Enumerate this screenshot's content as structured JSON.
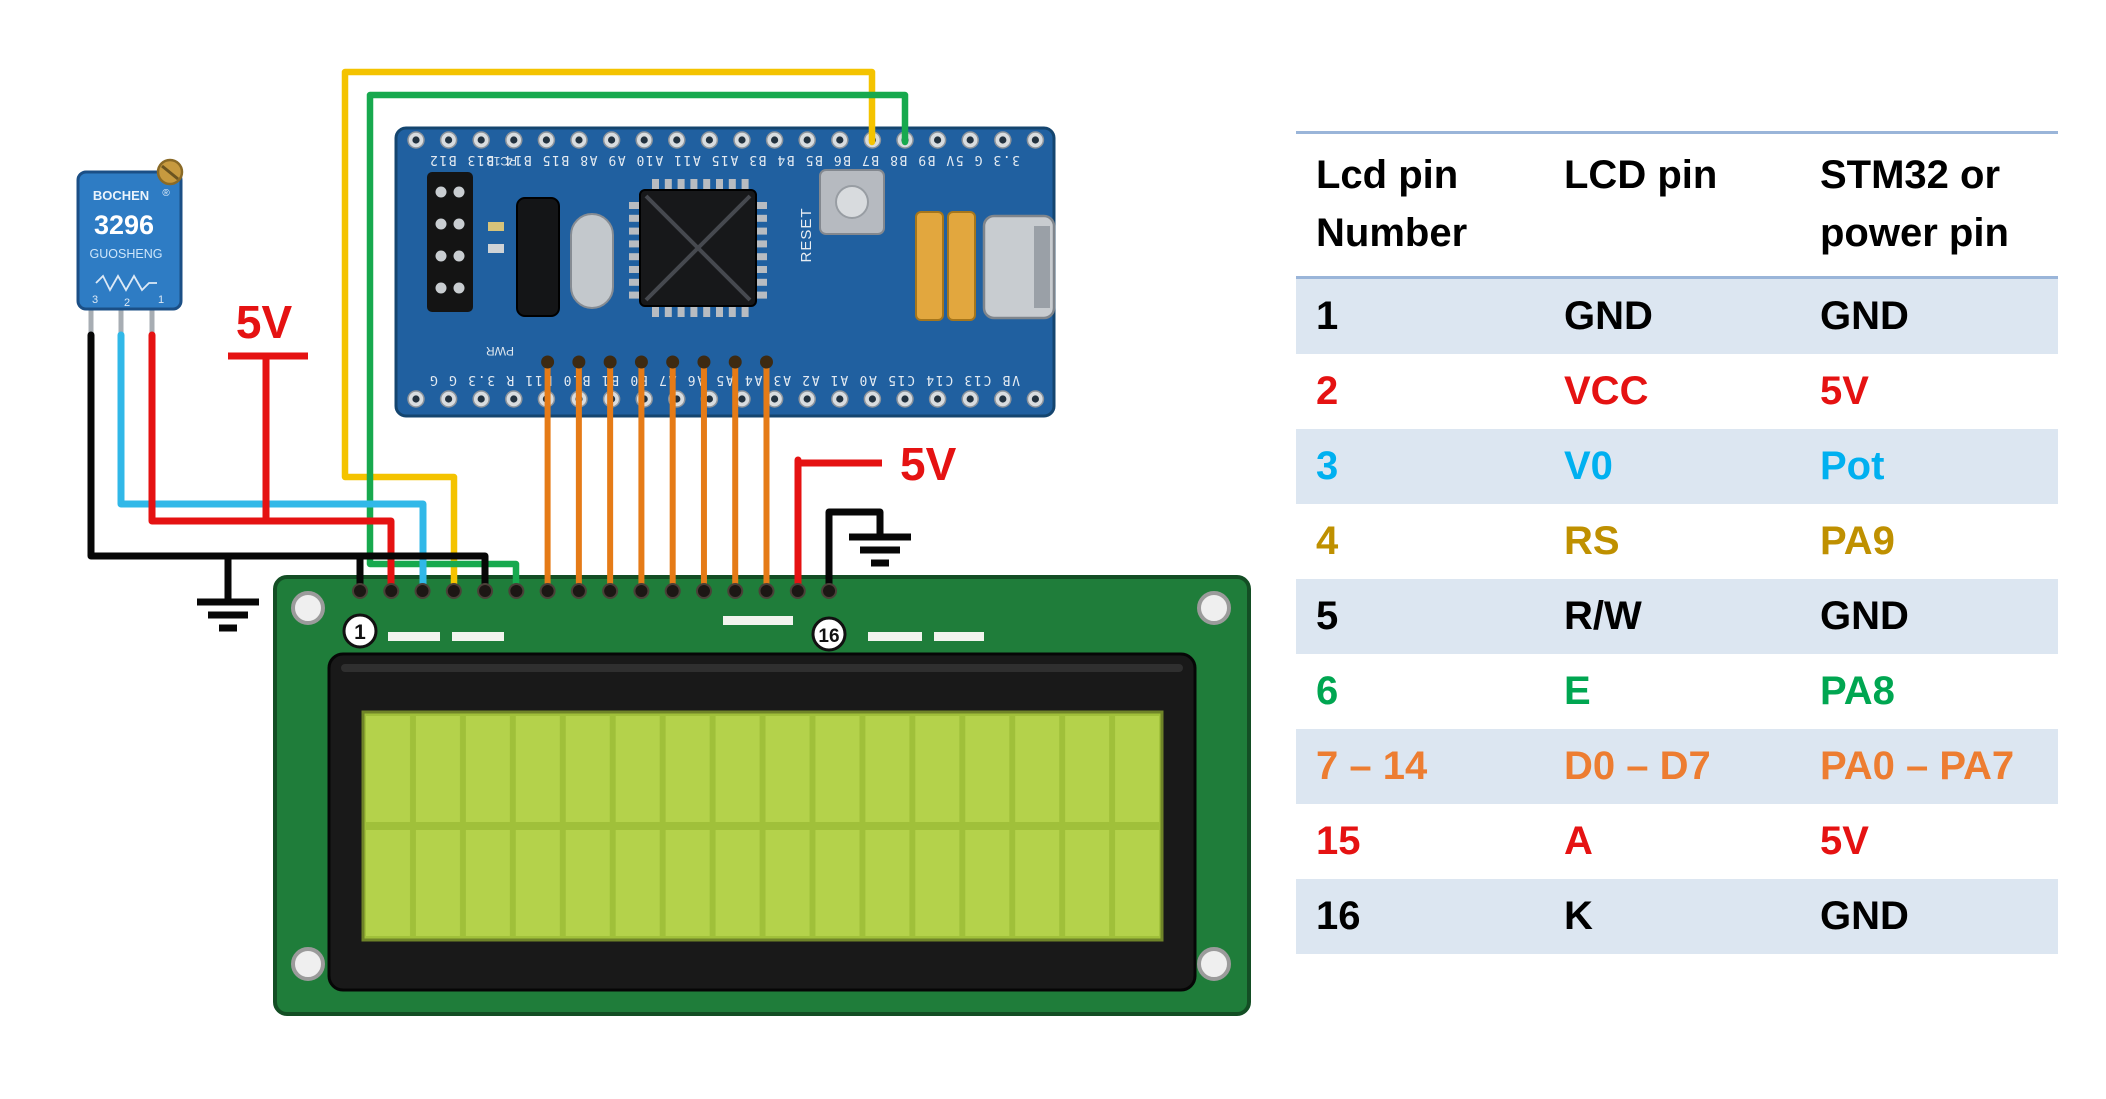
{
  "diagram": {
    "labels": {
      "v5_left": "5V",
      "v5_right": "5V",
      "pin1_badge": "1",
      "pin16_badge": "16"
    },
    "pot": {
      "brand": "BOCHEN",
      "reg": "®",
      "model": "3296",
      "maker": "GUOSHENG",
      "pin3": "3",
      "pin2": "2",
      "pin1": "1"
    },
    "board": {
      "reset": "RESET",
      "pc13": "PC13",
      "pwr": "PWR",
      "top_pins": "3.3 G 5V B9 B8 B7 B6 B5 B4 B3 A15 A11 A10 A9 A8 B15 B14 B13 B12",
      "bottom_pins": "VB C13 C14 C15 A0 A1 A2 A3 A4 A5 A6 A7 B0 B1 B10 B11 R 3.3 G G"
    },
    "colors": {
      "red": "#e51212",
      "black": "#070707",
      "cyan": "#31b8e8",
      "yellow": "#f4c300",
      "green": "#17a94e",
      "orange": "#e57b17"
    }
  },
  "table": {
    "header": {
      "col1_line1": "Lcd pin",
      "col1_line2": "Number",
      "col2_line1": "LCD pin",
      "col3_line1": "STM32 or",
      "col3_line2": "power pin"
    },
    "rows": [
      {
        "num": "1",
        "lcd": "GND",
        "stm": "GND",
        "color": "#000000",
        "bg": "#dce6f1"
      },
      {
        "num": "2",
        "lcd": "VCC",
        "stm": "5V",
        "color": "#e51212",
        "bg": "#ffffff"
      },
      {
        "num": "3",
        "lcd": "V0",
        "stm": "Pot",
        "color": "#00b0f0",
        "bg": "#dce6f1"
      },
      {
        "num": "4",
        "lcd": "RS",
        "stm": "PA9",
        "color": "#bf9000",
        "bg": "#ffffff"
      },
      {
        "num": "5",
        "lcd": "R/W",
        "stm": "GND",
        "color": "#000000",
        "bg": "#dce6f1"
      },
      {
        "num": "6",
        "lcd": "E",
        "stm": "PA8",
        "color": "#00a651",
        "bg": "#ffffff"
      },
      {
        "num": "7 – 14",
        "lcd": "D0 – D7",
        "stm": "PA0 – PA7",
        "color": "#ed7d31",
        "bg": "#dce6f1"
      },
      {
        "num": "15",
        "lcd": "A",
        "stm": "5V",
        "color": "#e51212",
        "bg": "#ffffff"
      },
      {
        "num": "16",
        "lcd": "K",
        "stm": "GND",
        "color": "#000000",
        "bg": "#dce6f1"
      }
    ]
  }
}
